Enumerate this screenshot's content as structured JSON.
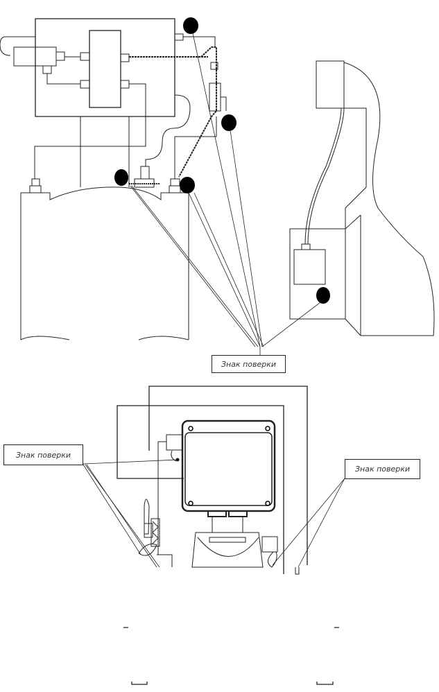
{
  "labels": {
    "top": "Знак поверки",
    "bottom_left": "Знак поверки",
    "bottom_right": "Знак поверки"
  },
  "colors": {
    "line": "#222222",
    "seal": "#000000"
  }
}
